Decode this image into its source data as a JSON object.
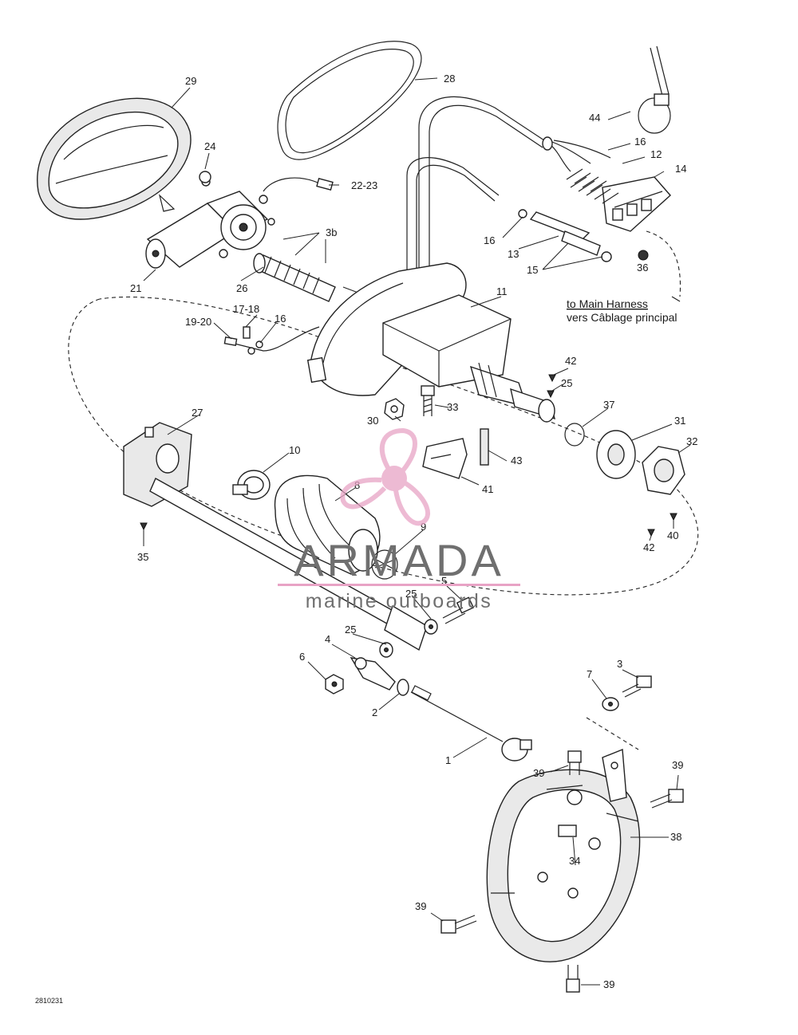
{
  "labels": {
    "l1": "1",
    "l2": "2",
    "l3": "3",
    "l4": "4",
    "l5": "5",
    "l6": "6",
    "l7": "7",
    "l8": "8",
    "l9": "9",
    "l10": "10",
    "l11": "11",
    "l12": "12",
    "l13": "13",
    "l14": "14",
    "l15": "15",
    "l16a": "16",
    "l16b": "16",
    "l16c": "16",
    "l17_18": "17-18",
    "l19_20": "19-20",
    "l21": "21",
    "l22_23": "22-23",
    "l24": "24",
    "l25a": "25",
    "l25b": "25",
    "l25c": "25",
    "l26": "26",
    "l27": "27",
    "l28": "28",
    "l29": "29",
    "l30": "30",
    "l31": "31",
    "l32": "32",
    "l33": "33",
    "l34": "34",
    "l35": "35",
    "l36": "36",
    "l37": "37",
    "l38": "38",
    "l39a": "39",
    "l39b": "39",
    "l39c": "39",
    "l39d": "39",
    "l40": "40",
    "l41": "41",
    "l42a": "42",
    "l42b": "42",
    "l43": "43",
    "l44": "44",
    "l3b": "3b"
  },
  "note": {
    "line1": "to Main Harness",
    "line2": "vers Câblage principal"
  },
  "diagram_code": "2810231",
  "watermark": {
    "title": "ARMADA",
    "subtitle": "marine outboards",
    "logo_color": "#e8a3c5",
    "text_color": "#6f6f6f"
  }
}
